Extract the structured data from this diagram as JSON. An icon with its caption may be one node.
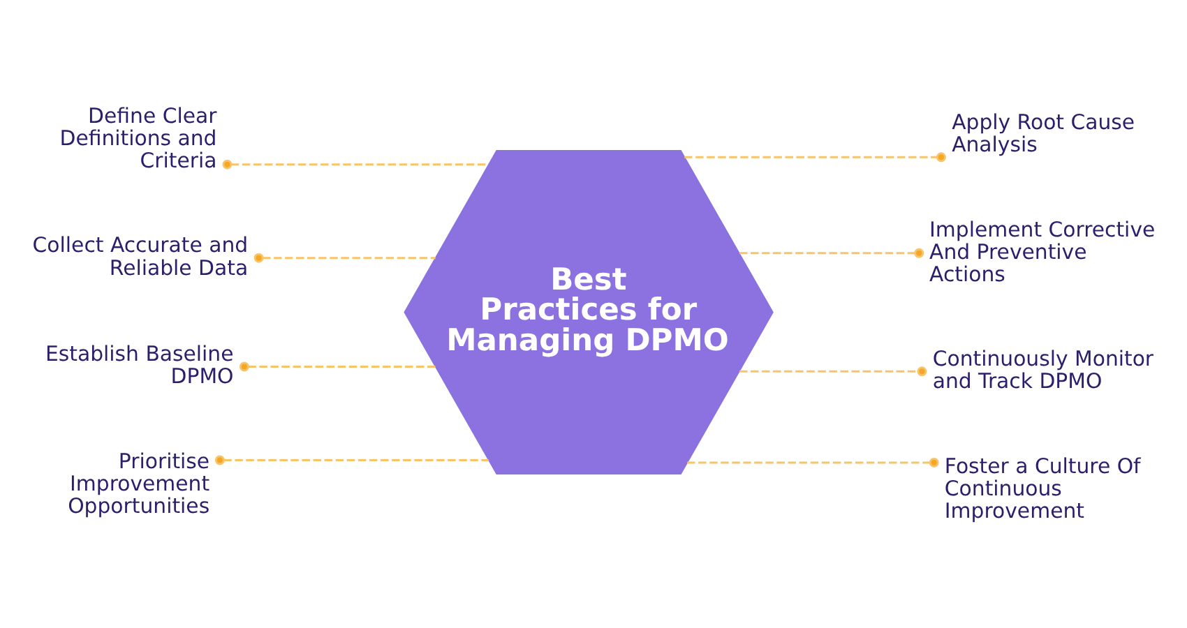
{
  "diagram": {
    "nodes": [
      {
        "text": [
          "Best Practices for Managing DPMO"
        ]
      },
      {
        "text": [
          "Define Clear Definitions and Criteria"
        ]
      },
      {
        "text": [
          "Collect Accurate and Reliable Data"
        ]
      },
      {
        "text": [
          "Establish Baseline DPMO"
        ]
      },
      {
        "text": [
          "Prioritise Improvement Opportunities"
        ]
      },
      {
        "text": [
          "Apply Root Cause Analysis"
        ]
      },
      {
        "text": [
          "Implement Corrective And Preventive Actions"
        ]
      },
      {
        "text": [
          "Continuously Monitor and Track DPMO"
        ]
      },
      {
        "text": [
          "Foster a Culture Of Continuous Improvement"
        ]
      }
    ],
    "edges": [
      {
        "from": 0,
        "to": 1,
        "arrow": "other",
        "style": "dashed"
      },
      {
        "from": 0,
        "to": 2,
        "arrow": "other",
        "style": "dashed"
      },
      {
        "from": 0,
        "to": 3,
        "arrow": "other",
        "style": "dashed"
      },
      {
        "from": 0,
        "to": 4,
        "arrow": "other",
        "style": "dashed"
      },
      {
        "from": 0,
        "to": 5,
        "arrow": "other",
        "style": "dashed"
      },
      {
        "from": 0,
        "to": 6,
        "arrow": "other",
        "style": "dashed"
      },
      {
        "from": 0,
        "to": 7,
        "arrow": "other",
        "style": "dashed"
      },
      {
        "from": 0,
        "to": 8,
        "arrow": "other",
        "style": "dashed"
      }
    ]
  }
}
